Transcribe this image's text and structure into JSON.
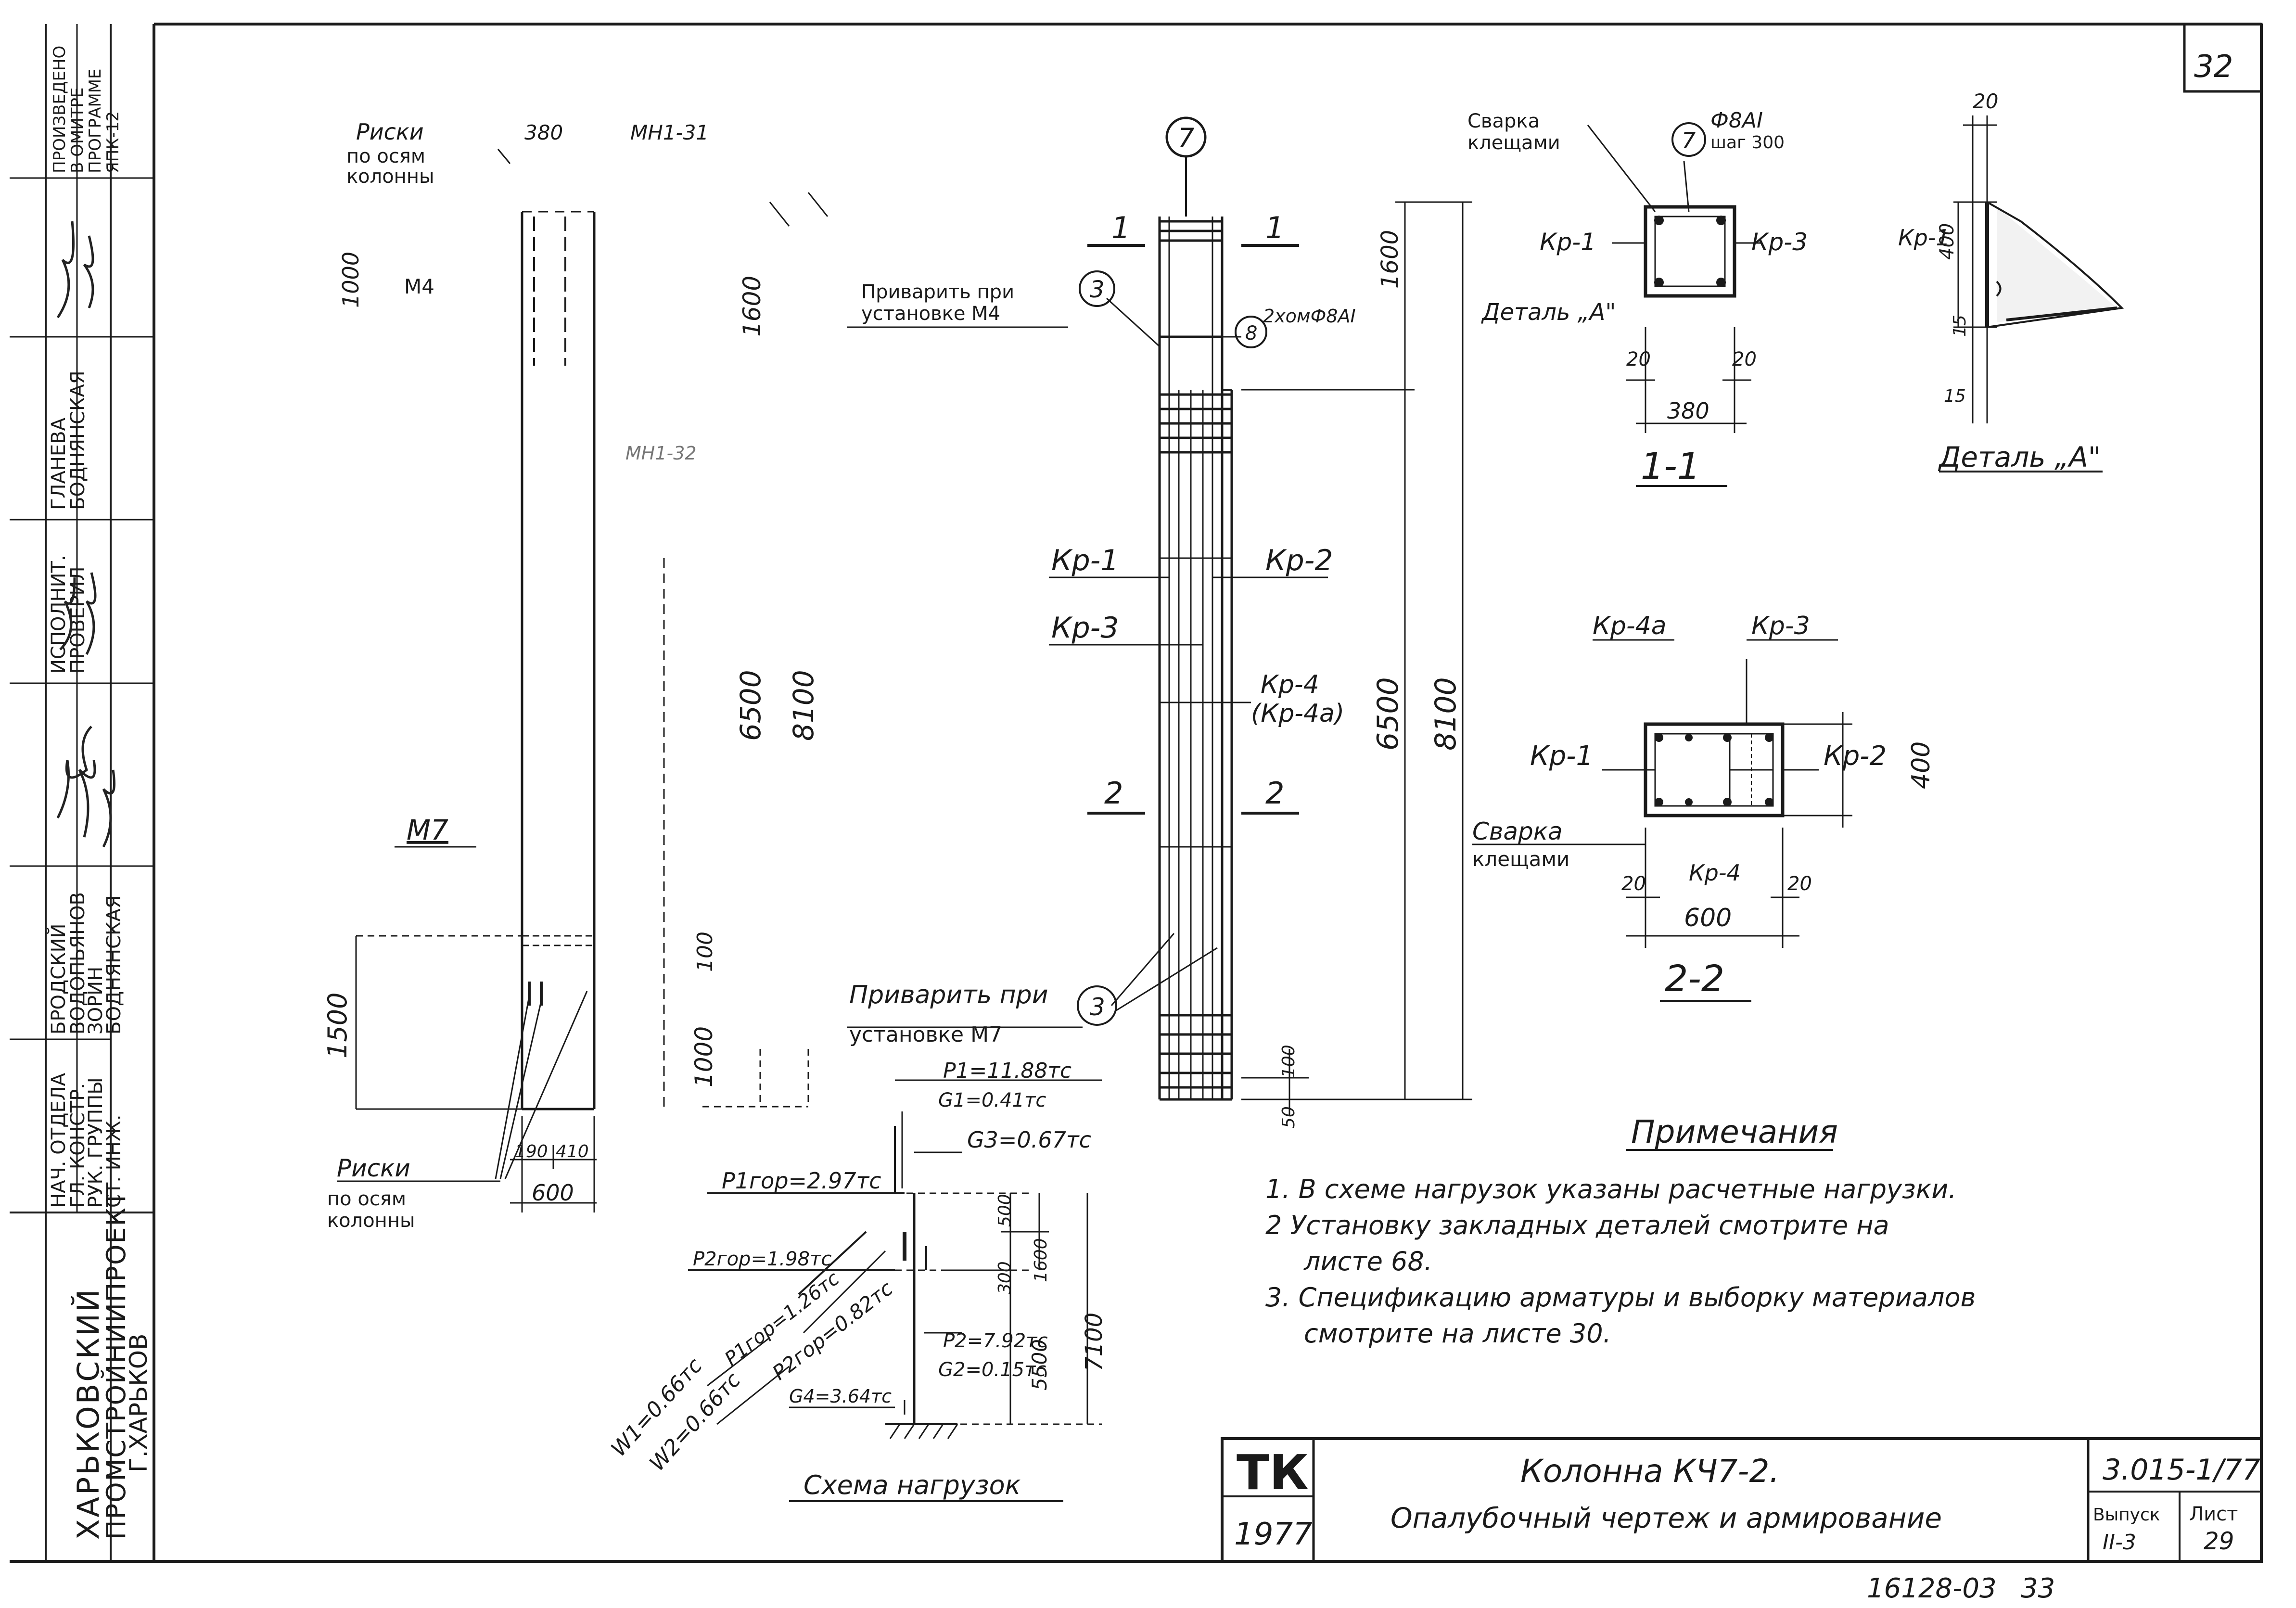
{
  "sheet": {
    "page_number": "32",
    "bottom_number": "16128-03",
    "bottom_number2": "33"
  },
  "left_strip": {
    "org_line1": "ХАРЬКОВСКИЙ",
    "org_line2": "ПРОМСТРОЙНИИПРОЕКТ",
    "org_line3": "Г.ХАРЬКОВ",
    "roles": [
      "НАЧ. ОТДЕЛА",
      "ГЛ. КОНСТР.",
      "РУК. ГРУППЫ",
      "СТ. ИНЖ."
    ],
    "names": [
      "БРОДСКИЙ",
      "ВОДОПЬЯНОВ",
      "ЗОРИН",
      "БОДНЯНСКАЯ"
    ],
    "exec_roles": [
      "ИСПОЛНИТ.",
      "ПРОВЕРИЛ"
    ],
    "exec_names": [
      "ГЛАНЕВА",
      "БОДНЯНСКАЯ"
    ],
    "program_note": [
      "ПРОИЗВЕДЕНО",
      "В ОМИТРЕ",
      "ПРОГРАММЕ",
      "ЯПК-12"
    ]
  },
  "formwork": {
    "label_risks_top": [
      "Риски",
      "по осям",
      "колонны"
    ],
    "label_risks_bottom": [
      "Риски",
      "по осям",
      "колонны"
    ],
    "mark_m4": "М4",
    "mark_m7": "М7",
    "mark_mn131": "МН1-31",
    "mark_mn132": "МН1-32",
    "dim_380": "380",
    "dim_1000_top": "1000",
    "dim_1600": "1600",
    "dim_6500": "6500",
    "dim_8100": "8100",
    "dim_1500": "1500",
    "dim_1000_b": "1000",
    "dim_100": "100",
    "dim_190": "190",
    "dim_410": "410",
    "dim_600": "600"
  },
  "reinforcement": {
    "axis_mark": "7",
    "section1_left": "1",
    "section1_right": "1",
    "section2_left": "2",
    "section2_right": "2",
    "weld_note_top": [
      "Приварить при",
      "установке М4"
    ],
    "weld_note_bottom": [
      "Приварить при",
      "установке М7"
    ],
    "pos3": "3",
    "pos8": "8",
    "note_8": "2хомФ8АI",
    "kr1": "Кр-1",
    "kr2": "Кр-2",
    "kr3": "Кр-3",
    "kr4": "Кр-4",
    "kr4a": "(Кр-4а)",
    "dim_1600": "1600",
    "dim_6500": "6500",
    "dim_8100": "8100",
    "dim_100": "100",
    "dim_50": "50"
  },
  "section_1_1": {
    "title": "1-1",
    "weld_label": [
      "Сварка",
      "клещами"
    ],
    "pos7": "7",
    "bar_note": [
      "Ф8АI",
      "шаг 300"
    ],
    "kr1": "Кр-1",
    "kr3": "Кр-3",
    "detail_ref": "Деталь „А\"",
    "dim_20a": "20",
    "dim_20b": "20",
    "dim_380": "380"
  },
  "detail_a": {
    "title": "Деталь „А\"",
    "dim_20": "20",
    "dim_400": "400",
    "dim_15a": "15",
    "dim_15b": "15",
    "kr1": "Кр-1"
  },
  "section_2_2": {
    "title": "2-2",
    "kr4a": "Кр-4а",
    "kr3": "Кр-3",
    "kr1": "Кр-1",
    "kr2": "Кр-2",
    "kr4": "Кр-4",
    "weld_label": [
      "Сварка",
      "клещами"
    ],
    "dim_400": "400",
    "dim_20a": "20",
    "dim_20b": "20",
    "dim_600": "600"
  },
  "load_scheme": {
    "title": "Схема нагрузок",
    "p1": "P1=11.88тс",
    "g1": "G1=0.41тс",
    "g3": "G3=0.67тс",
    "p1_gor": "P1гор=2.97тс",
    "p2_gor_x": "P2гор=1.98тс",
    "p1_gor_y": "P1гор=1.26тс",
    "p2_gor_y": "P2гор=0.82тс",
    "w1": "W1=0.66тс",
    "w2": "W2=0.66тс",
    "p2": "P2=7.92тс",
    "g2": "G2=0.15тс",
    "g4": "G4=3.64тс",
    "dim_500": "500",
    "dim_300": "300",
    "dim_1600": "1600",
    "dim_5500": "5500",
    "dim_7100": "7100"
  },
  "notes": {
    "title": "Примечания",
    "items": [
      "1. В схеме нагрузок указаны расчетные нагрузки.",
      "2  Установку закладных деталей смотрите на",
      "листе 68.",
      "3. Спецификацию арматуры и выборку материалов",
      "смотрите на листе 30."
    ]
  },
  "title_block": {
    "logo": "ТК",
    "year": "1977",
    "title_line1": "Колонна  КЧ7-2.",
    "title_line2": "Опалубочный  чертеж и армирование",
    "series": "3.015-1/77",
    "issue_label": "Выпуск",
    "issue_value": "II-3",
    "sheet_label": "Лист",
    "sheet_value": "29"
  }
}
